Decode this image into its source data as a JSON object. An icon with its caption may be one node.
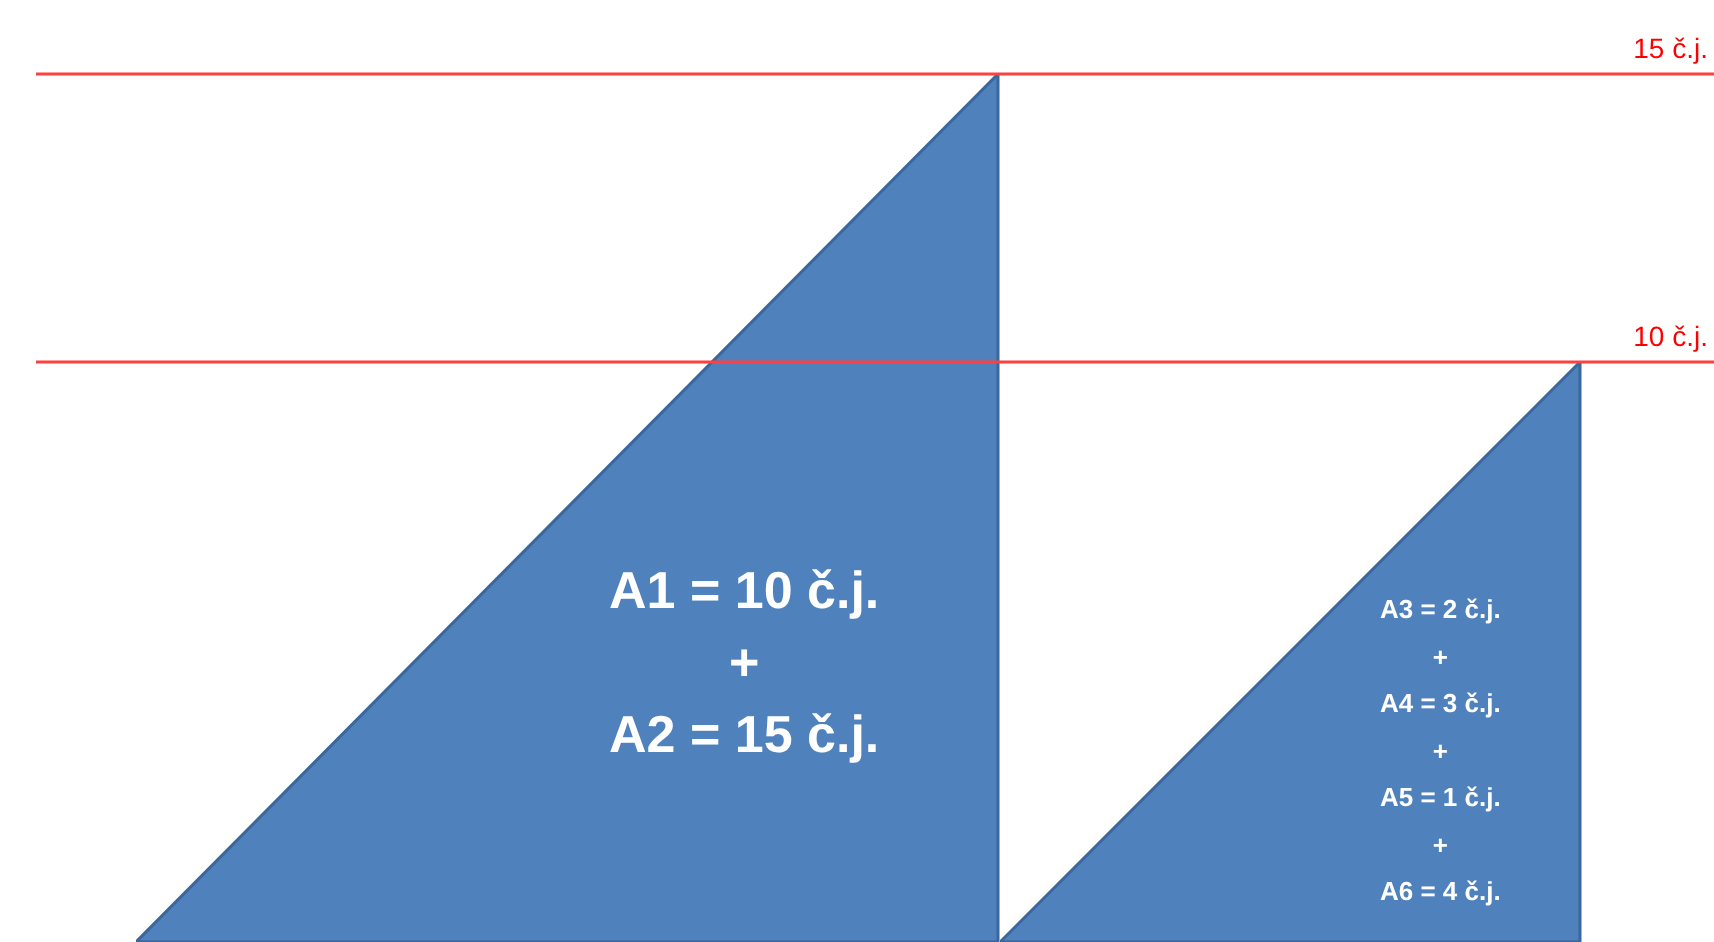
{
  "diagram": {
    "nodes": [
      {
        "text": [
          "A1 = 10 č.j.",
          "+",
          "A2 = 15 č.j."
        ]
      },
      {
        "text": [
          "A3 = 2 č.j.",
          "+",
          "A4 = 3 č.j.",
          "+",
          "A5 = 1 č.j.",
          "+",
          "A6 = 4 č.j."
        ]
      }
    ],
    "edges": [],
    "labels": [
      "15 č.j.",
      "10 č.j."
    ]
  }
}
